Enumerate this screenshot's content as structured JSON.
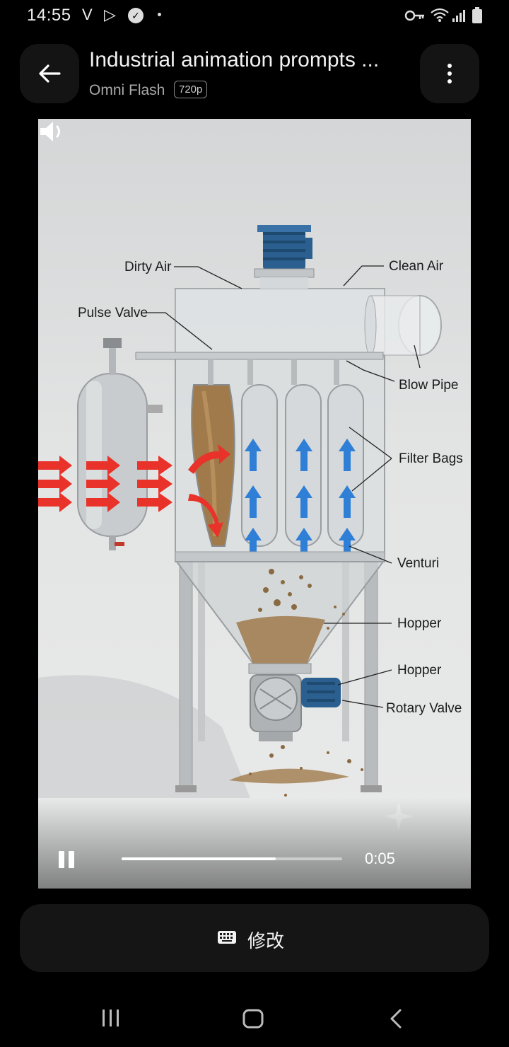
{
  "status_bar": {
    "time": "14:55",
    "carrier_glyph": "V",
    "icons": [
      "play-store-icon",
      "shield-check-icon",
      "dot-icon",
      "key-icon",
      "wifi-icon",
      "signal-icon",
      "battery-icon"
    ]
  },
  "header": {
    "title": "Industrial animation prompts ...",
    "subtitle": "Omni Flash",
    "quality": "720p"
  },
  "diagram_labels": {
    "dirty_air": "Dirty Air",
    "clean_air": "Clean Air",
    "pulse_valve": "Pulse Valve",
    "blow_pipe": "Blow Pipe",
    "filter_bags": "Filter Bags",
    "venturi": "Venturi",
    "hopper": "Hopper",
    "hopper_2": "Hopper",
    "rotary_valve": "Rotary Valve"
  },
  "player": {
    "time": "0:05",
    "progress": 0.7,
    "state": "playing"
  },
  "edit_button": {
    "label": "修改"
  },
  "colors": {
    "accent_red": "#e8322a",
    "accent_blue": "#2f7fd6",
    "motor_blue": "#2a5f8f",
    "dust": "#a07a4a"
  }
}
